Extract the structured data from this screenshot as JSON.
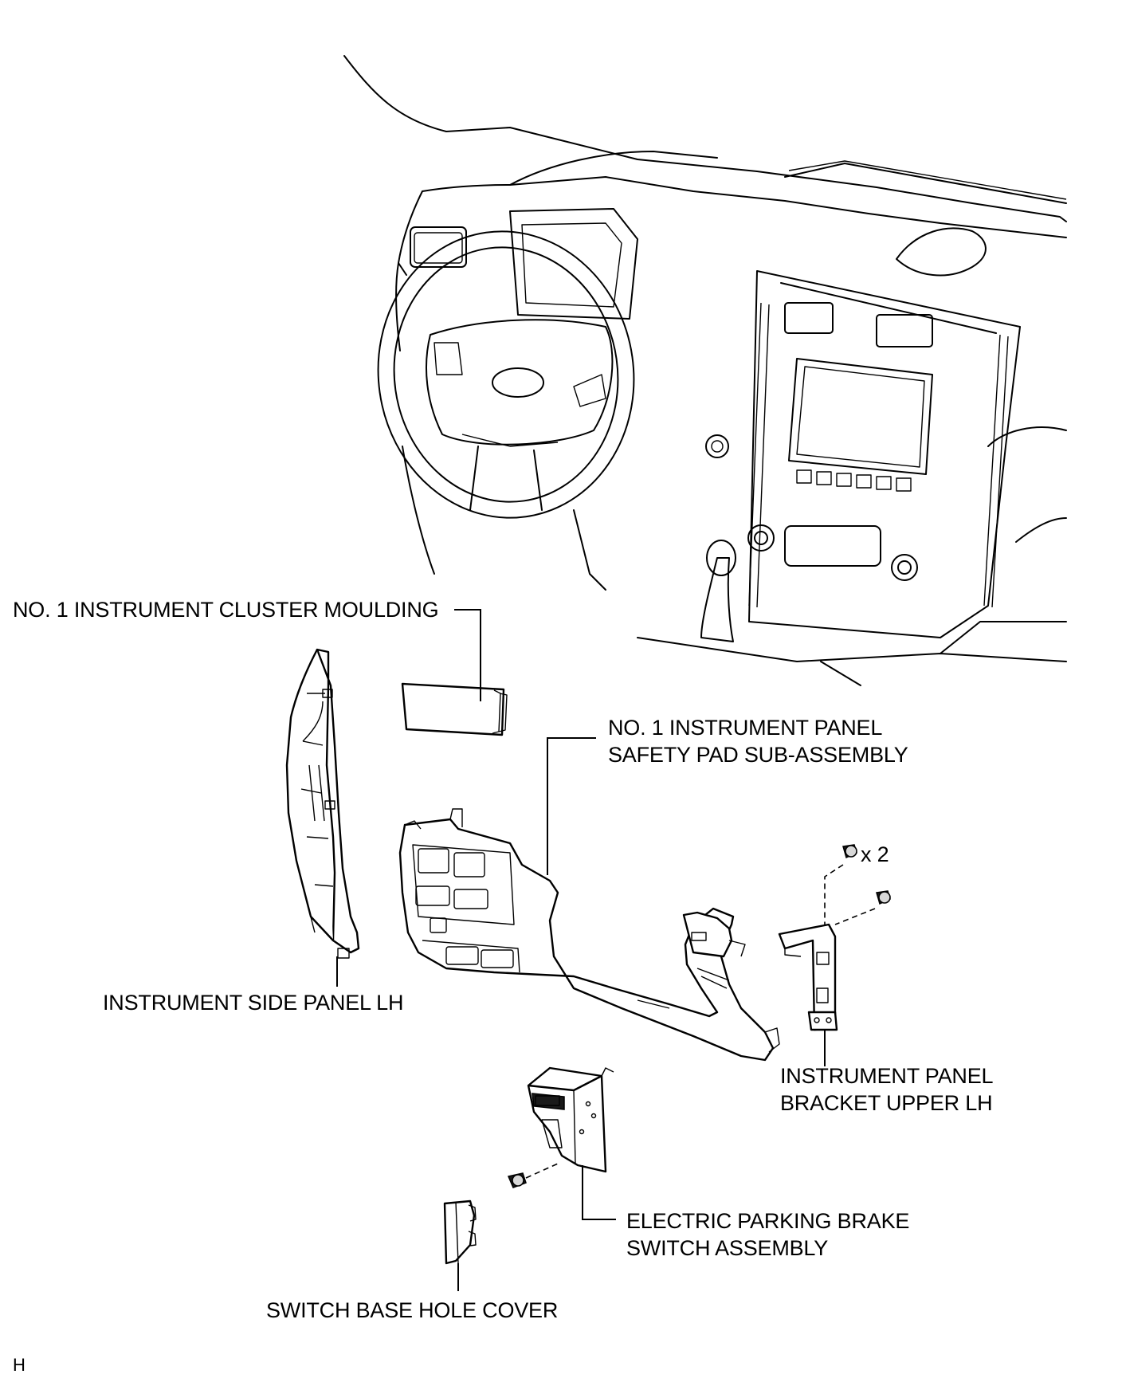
{
  "labels": {
    "cluster_moulding": "NO. 1 INSTRUMENT CLUSTER MOULDING",
    "safety_pad_line1": "NO. 1 INSTRUMENT PANEL",
    "safety_pad_line2": "SAFETY PAD SUB-ASSEMBLY",
    "side_panel": "INSTRUMENT SIDE PANEL LH",
    "bracket_line1": "INSTRUMENT PANEL",
    "bracket_line2": "BRACKET UPPER LH",
    "parking_brake_line1": "ELECTRIC PARKING BRAKE",
    "parking_brake_line2": "SWITCH ASSEMBLY",
    "hole_cover": "SWITCH BASE HOLE COVER",
    "screw_qty": "x 2",
    "corner_code": "H"
  }
}
